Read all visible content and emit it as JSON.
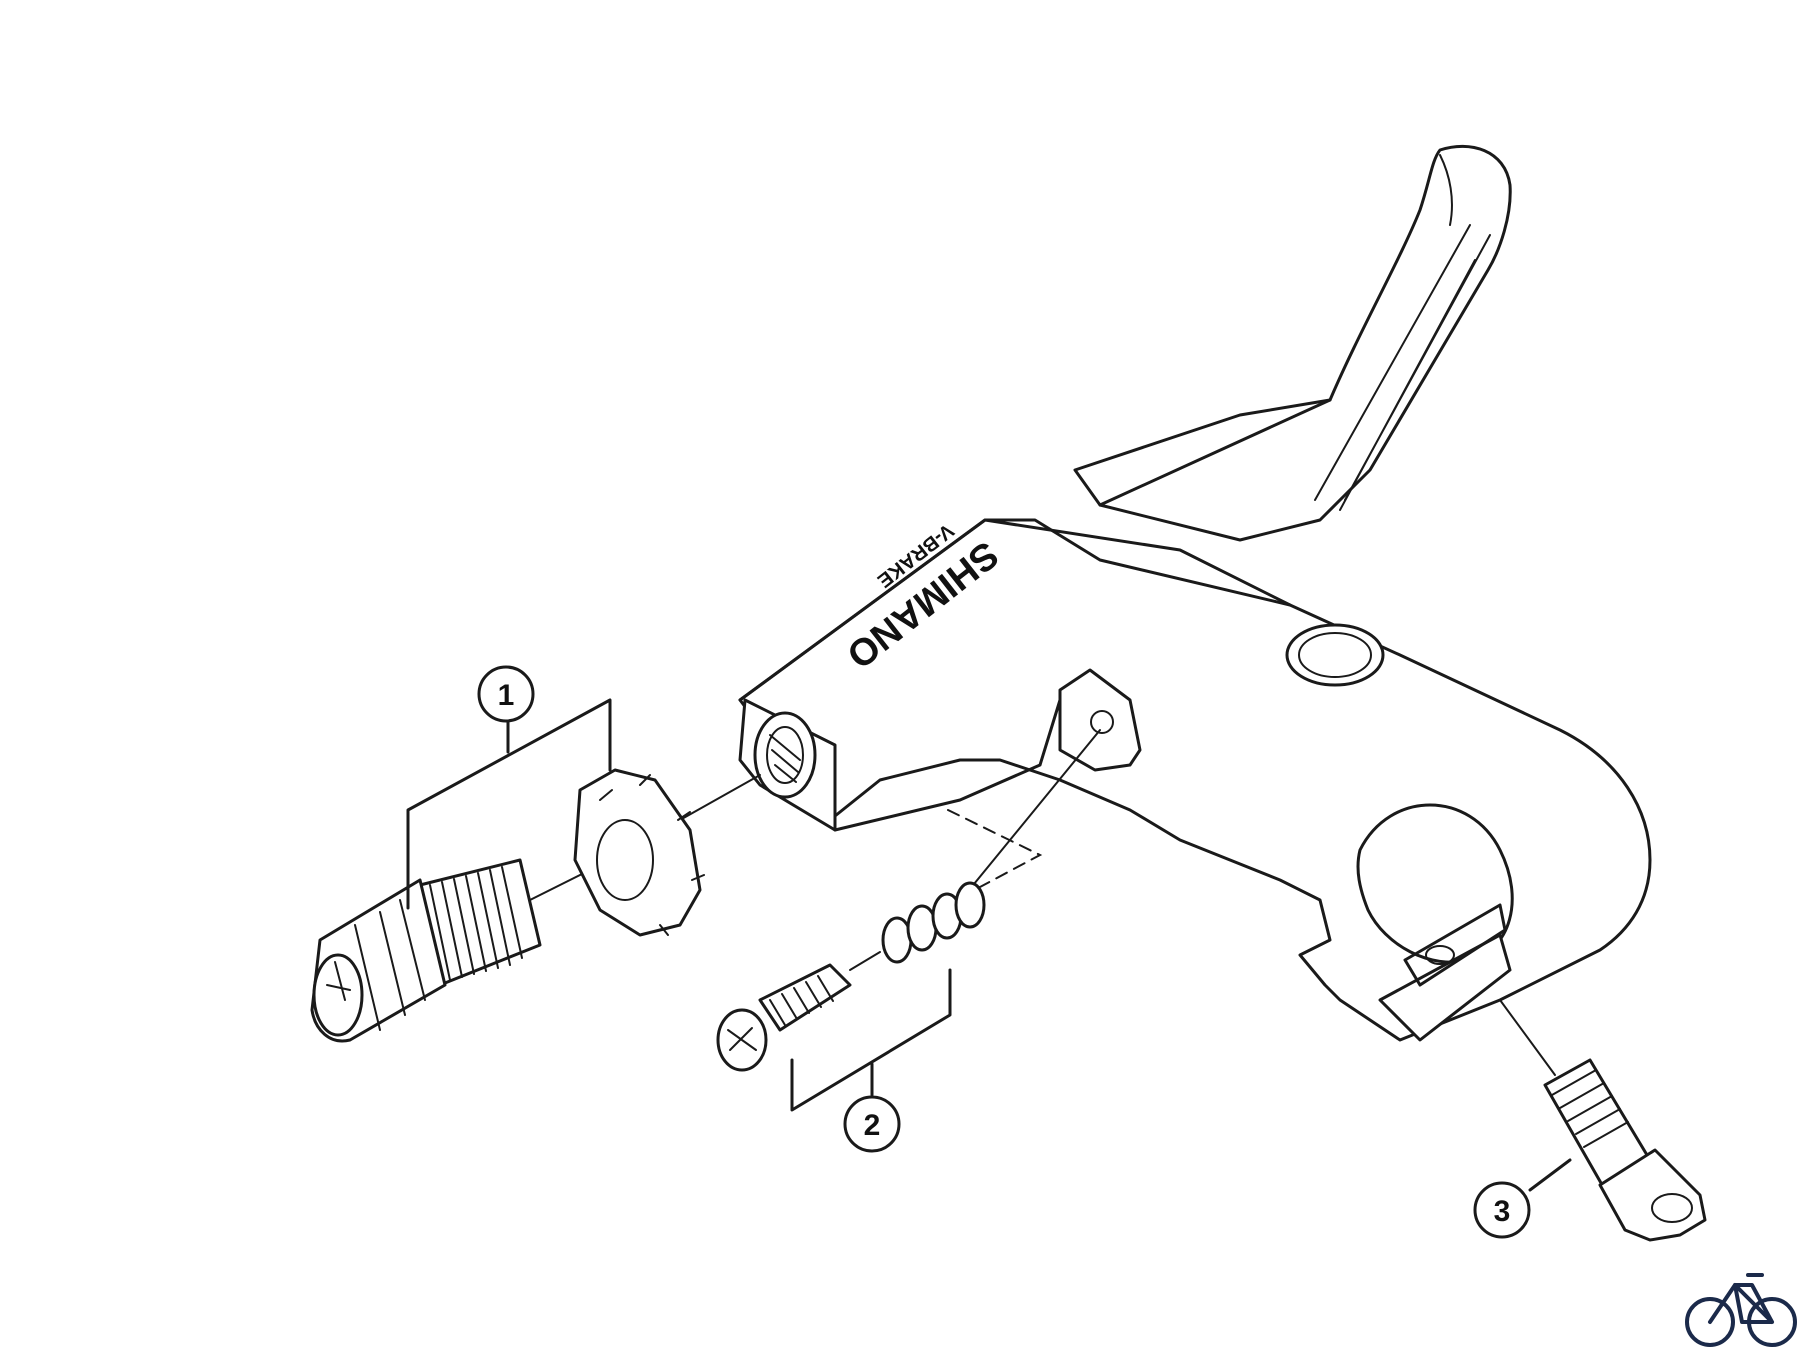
{
  "callouts": [
    {
      "number": "1",
      "part": "adjusting-barrel-assembly"
    },
    {
      "number": "2",
      "part": "reach-adjust-screw-and-spring"
    },
    {
      "number": "3",
      "part": "clamp-bolt"
    }
  ],
  "lever_body": {
    "brand_text": "SHIMANO",
    "model_text": "V-BRAKE"
  },
  "corner_logo": {
    "icon": "bicycle-icon",
    "color": "#1b2a4a"
  },
  "colors": {
    "line": "#1a1a1a",
    "background": "#ffffff"
  }
}
